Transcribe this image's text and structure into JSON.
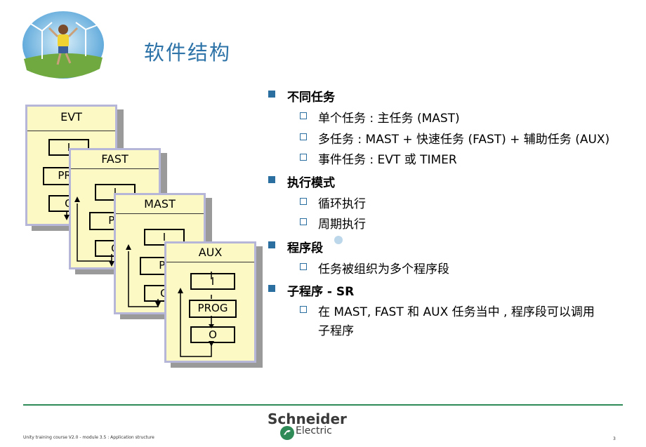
{
  "slide": {
    "title": "软件结构",
    "bullets": [
      {
        "label": "不同任务",
        "subs": [
          "单个任务 : 主任务 (MAST)",
          "多任务 : MAST + 快速任务 (FAST) + 辅助任务 (AUX)",
          "事件任务 : EVT 或 TIMER"
        ]
      },
      {
        "label": "执行模式",
        "subs": [
          "循环执行",
          "周期执行"
        ]
      },
      {
        "label": "程序段",
        "subs": [
          "任务被组织为多个程序段"
        ]
      },
      {
        "label": "子程序 - SR",
        "subs": [
          "在 MAST, FAST 和 AUX 任务当中 , 程序段可以调用",
          "子程序"
        ]
      }
    ]
  },
  "diagram": {
    "tasks": [
      "EVT",
      "FAST",
      "MAST",
      "AUX"
    ],
    "input_label": "I",
    "program_label": "PROG",
    "program_clipped": [
      "PRO",
      "PR",
      "PR"
    ],
    "output_label": "O"
  },
  "footer": {
    "course_text": "Unity training course V2.0 - module 3.5 : Application structure",
    "page_number": "3",
    "brand_line1": "Schneider",
    "brand_line2": "Electric"
  },
  "colors": {
    "title": "#2f74a8",
    "bullet": "#2b6ea0",
    "panel_fill": "#fdf9c4",
    "panel_border": "#b6b6d8",
    "footer_line": "#2e8b57"
  }
}
